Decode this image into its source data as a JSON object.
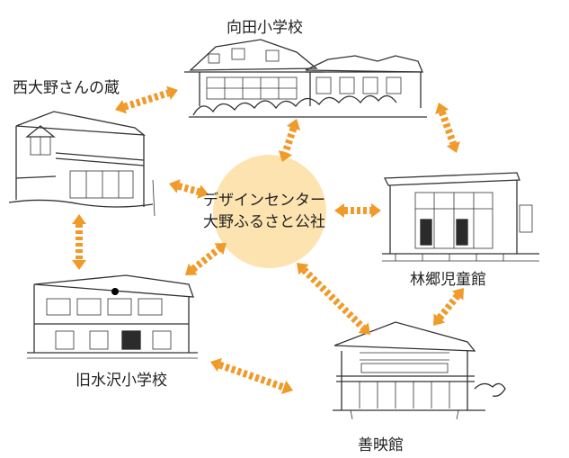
{
  "hub": {
    "line1": "デザインセンター",
    "line2": "大野ふるさと公社",
    "color": "#fde3b0"
  },
  "arrow_color": "#f09a2a",
  "nodes": {
    "mukaida": {
      "label": "向田小学校"
    },
    "onishi": {
      "label": "西大野さんの蔵"
    },
    "rindo": {
      "label": "林郷児童館"
    },
    "kyumizusawa": {
      "label": "旧水沢小学校"
    },
    "zeneikan": {
      "label": "善映館"
    }
  }
}
